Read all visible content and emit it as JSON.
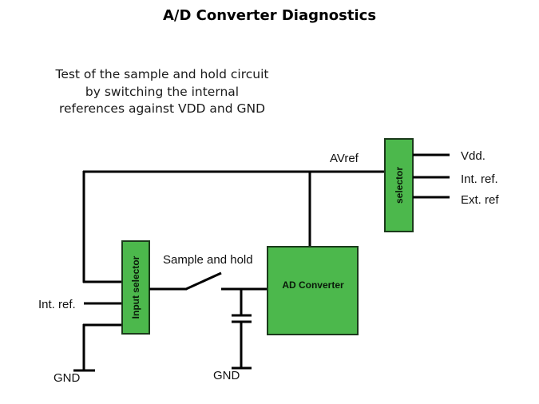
{
  "title": "A/D Converter Diagnostics",
  "subtitle": {
    "lines": [
      "Test of the sample and hold circuit",
      "by switching the internal",
      "references against VDD and GND"
    ]
  },
  "colors": {
    "block_fill": "#4cb84c",
    "wire": "#000000",
    "text": "#111111"
  },
  "diagram": {
    "blocks": {
      "selector": "selector",
      "input_selector": "Input selector",
      "ad_converter": "AD Converter"
    },
    "labels": {
      "avref": "AVref",
      "sample_and_hold": "Sample and hold",
      "input_int_ref": "Int. ref.",
      "gnd_left": "GND",
      "gnd_cap": "GND"
    },
    "selector_inputs": [
      "Vdd.",
      "Int. ref.",
      "Ext. ref"
    ]
  }
}
